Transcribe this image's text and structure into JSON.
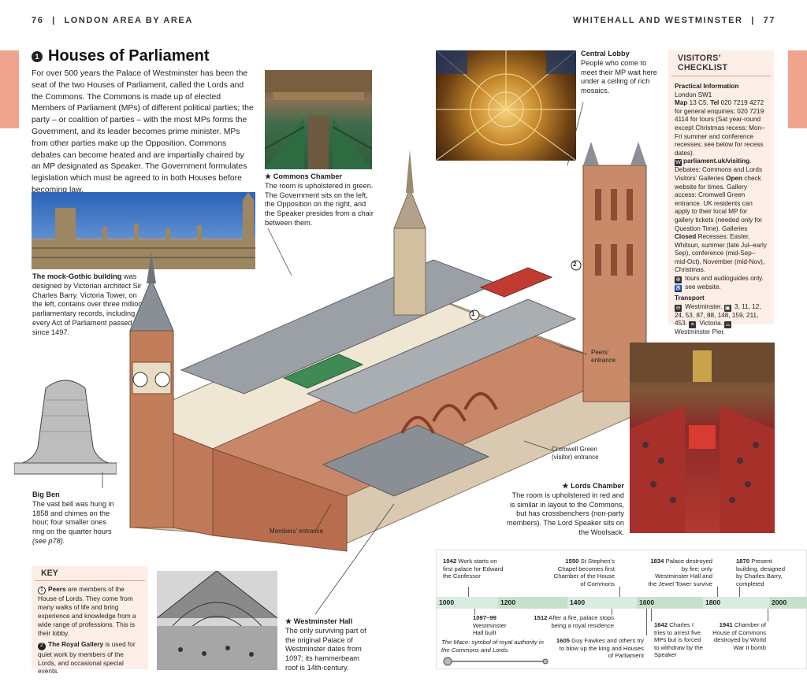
{
  "header": {
    "left_page": "76",
    "left_section": "LONDON AREA BY AREA",
    "right_section": "WHITEHALL AND WESTMINSTER",
    "right_page": "77"
  },
  "title": {
    "number": "1",
    "text": "Houses of Parliament"
  },
  "intro": "For over 500 years the Palace of Westminster has been the seat of the two Houses of Parliament, called the Lords and the Commons. The Commons is made up of elected Members of Parliament (MPs) of different political parties; the party – or coalition of parties – with the most MPs forms the Government, and its leader becomes prime minister. MPs from other parties make up the Opposition. Commons debates can become heated and are impartially chaired by an MP designated as Speaker. The Government formulates legislation which must be agreed to in both Houses before becoming law.",
  "captions": {
    "commons_title": "★ Commons Chamber",
    "commons_text": "The room is upholstered in green. The Government sits on the left, the Opposition on the right, and the Speaker presides from a chair between them.",
    "central_title": "Central Lobby",
    "central_text": "People who come to meet their MP wait here under a ceiling of rich mosaics.",
    "gothic_title": "The mock-Gothic building",
    "gothic_text": " was designed by Victorian architect Sir Charles Barry. Victoria Tower, on the left, contains over three million parliamentary records, including every Act of Parliament passed since 1497.",
    "bigben_title": "Big Ben",
    "bigben_text": "The vast bell was hung in 1858 and chimes on the hour; four smaller ones ring on the quarter hours ",
    "bigben_ref": "(see p78).",
    "lords_title": "★ Lords Chamber",
    "lords_text": "The room is upholstered in red and is similar in layout to the Commons, but has crossbenchers (non-party members). The Lord Speaker sits on the Woolsack.",
    "hall_title": "★ Westminster Hall",
    "hall_text": "The only surviving part of the original Palace of Westminster dates from 1097; its hammerbeam roof is 14th-century.",
    "peers_entrance": "Peers’ entrance",
    "cromwell": "Cromwell Green (visitor) entrance",
    "members_entrance": "Members’ entrance",
    "marker1": "1",
    "marker2": "2"
  },
  "checklist": {
    "heading": "VISITORS’ CHECKLIST",
    "practical_heading": "Practical Information",
    "address": "London SW1",
    "map_label": "Map",
    "map_ref": " 13 C5. ",
    "tel_label": "Tel",
    "tel_text": " 020 7219 4272 for general enquiries; 020 7219 4114 for tours (Sat year-round except Christmas recess; Mon–Fri summer and conference recesses; see below for recess dates).",
    "web": "parliament.uk/visiting",
    "debates_text": ". Debates: Commons and Lords Visitors’ Galleries ",
    "open_label": "Open",
    "open_text": " check website for times. Gallery access: Cromwell Green entrance. UK residents can apply to their local MP for gallery tickets (needed only for Question Time). Galleries ",
    "closed_label": "Closed",
    "closed_text": " Recesses: Easter, Whitsun, summer (late Jul–early Sep), conference (mid-Sep–mid-Oct), November (mid-Nov), Christmas.",
    "tours_text": " tours and audioguides only.",
    "see_web": " see website.",
    "transport_heading": "Transport",
    "tube_text": " Westminster.",
    "bus_text": " 3, 11, 12, 24, 53, 87, 88, 148, 159, 211, 453.",
    "rail_text": " Victoria.",
    "pier_text": " Westminster Pier."
  },
  "key": {
    "heading": "KEY",
    "item1_num": "1",
    "item1_title": "Peers",
    "item1_text": " are members of the House of Lords. They come from many walks of life and bring experience and knowledge from a wide range of professions. This is their lobby.",
    "item2_num": "2",
    "item2_title": "The Royal Gallery",
    "item2_text": " is used for quiet work by members of the Lords, and occasional special events."
  },
  "timeline": {
    "years": [
      "1000",
      "1200",
      "1400",
      "1600",
      "1800",
      "2000"
    ],
    "events_top": [
      {
        "year": "1042",
        "text": " Work starts on first palace for Edward the Confessor"
      },
      {
        "year": "1550",
        "text": " St Stephen’s Chapel becomes first Chamber of the House of Commons"
      },
      {
        "year": "1834",
        "text": " Palace destroyed by fire; only Westminster Hall and the Jewel Tower survive"
      },
      {
        "year": "1870",
        "text": " Present building, designed by Charles Barry, completed"
      }
    ],
    "events_bottom": [
      {
        "year": "1097–99",
        "text": " Westminster Hall built"
      },
      {
        "year": "1512",
        "text": " After a fire, palace stops being a royal residence"
      },
      {
        "year": "1605",
        "text": " Guy Fawkes and others try to blow up the king and Houses of Parliament"
      },
      {
        "year": "1642",
        "text": " Charles I tries to arrest five MPs but is forced to withdraw by the Speaker"
      },
      {
        "year": "1941",
        "text": " Chamber of House of Commons destroyed by World War II bomb"
      }
    ],
    "mace_caption": "The Mace: symbol of royal authority in the Commons and Lords."
  },
  "colors": {
    "accent": "#f0a38d",
    "panel": "#fdeee7",
    "timeline_green": "#cfe6d2"
  }
}
